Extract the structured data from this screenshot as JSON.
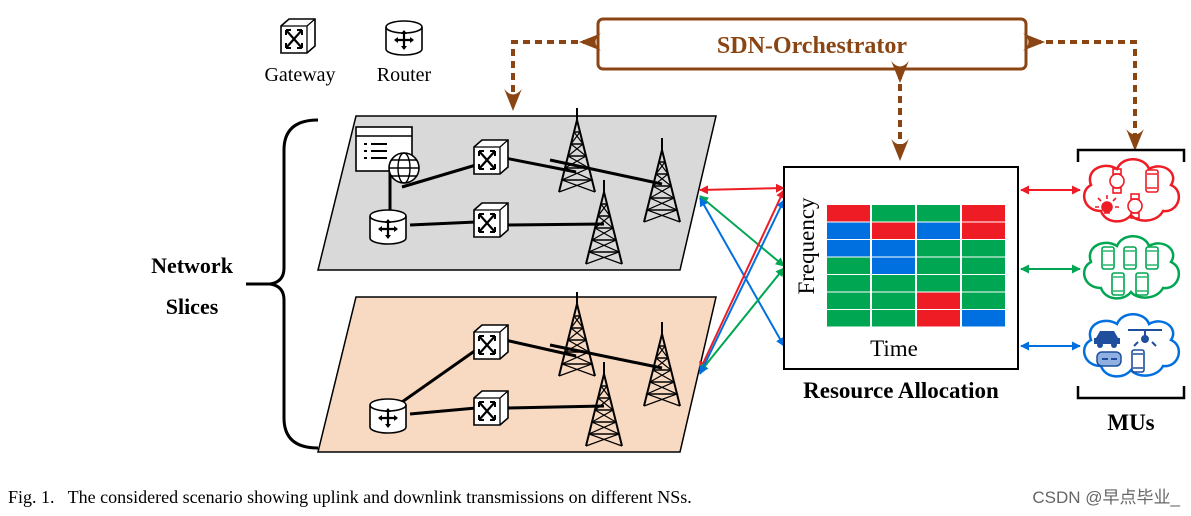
{
  "legend": {
    "gateway_label": "Gateway",
    "router_label": "Router"
  },
  "orchestrator": {
    "label": "SDN-Orchestrator"
  },
  "slices_label": {
    "line1": "Network",
    "line2": "Slices"
  },
  "resource": {
    "y_axis": "Frequency",
    "x_axis": "Time",
    "caption": "Resource Allocation"
  },
  "mus_label": "MUs",
  "caption": "Fig. 1.   The considered scenario showing uplink and downlink transmissions on different NSs.",
  "watermark": "CSDN @早点毕业_",
  "colors": {
    "orchestrator": "#8b4513",
    "upper_slice": "#d9d9d9",
    "lower_slice": "#f8d9c2",
    "red": "#ee1c24",
    "green": "#00a651",
    "blue": "#0070e0"
  },
  "resource_grid": [
    [
      "red",
      "green",
      "green",
      "red"
    ],
    [
      "blue",
      "red",
      "blue",
      "red"
    ],
    [
      "blue",
      "blue",
      "green",
      "green"
    ],
    [
      "green",
      "blue",
      "green",
      "green"
    ],
    [
      "green",
      "green",
      "green",
      "green"
    ],
    [
      "green",
      "green",
      "red",
      "green"
    ],
    [
      "green",
      "green",
      "red",
      "blue"
    ]
  ]
}
